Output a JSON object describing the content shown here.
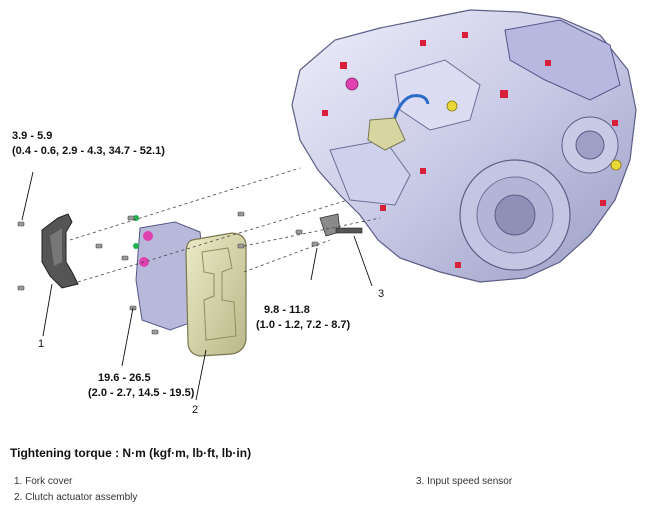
{
  "callouts": {
    "fork_cover_torque": {
      "line1": "3.9 - 5.9",
      "line2": "(0.4 - 0.6, 2.9 - 4.3, 34.7 - 52.1)"
    },
    "actuator_torque": {
      "line1": "19.6 - 26.5",
      "line2": "(2.0 - 2.7, 14.5 - 19.5)"
    },
    "sensor_torque": {
      "line1": "9.8 - 11.8",
      "line2": "(1.0 - 1.2, 7.2 - 8.7)"
    },
    "item_numbers": [
      "1",
      "2",
      "3"
    ]
  },
  "caption": "Tightening torque : N·m (kgf·m, lb·ft, lb·in)",
  "legend": [
    "1. Fork cover",
    "2. Clutch actuator assembly",
    "3. Input speed sensor"
  ],
  "colors": {
    "housing": "#d6d7ef",
    "housing_shade": "#9d9fc6",
    "actuator_cover": "#d8d8a8",
    "fork_cover": "#555555",
    "accent_red": "#d8203a",
    "accent_yellow": "#e8d838",
    "accent_magenta": "#e040b0",
    "accent_blue": "#2a6cc8"
  }
}
